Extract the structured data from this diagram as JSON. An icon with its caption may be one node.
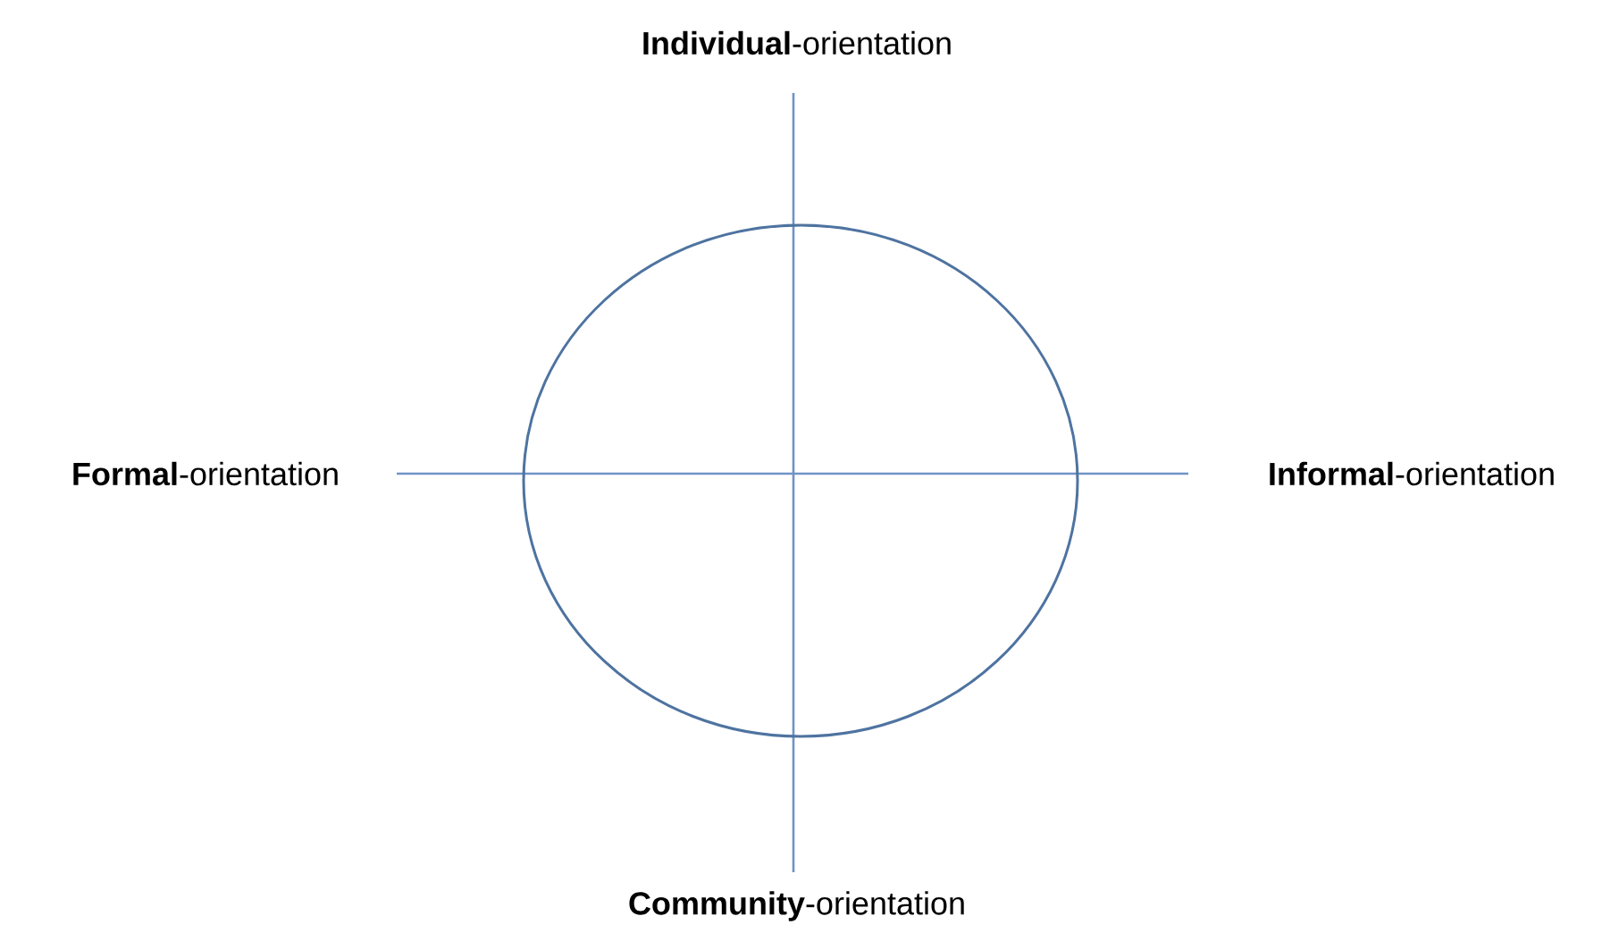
{
  "diagram": {
    "labels": [
      "**Individual**-orientation",
      "**Formal**-orientation",
      "**Informal**-orientation",
      "**Community**-orientation"
    ]
  }
}
